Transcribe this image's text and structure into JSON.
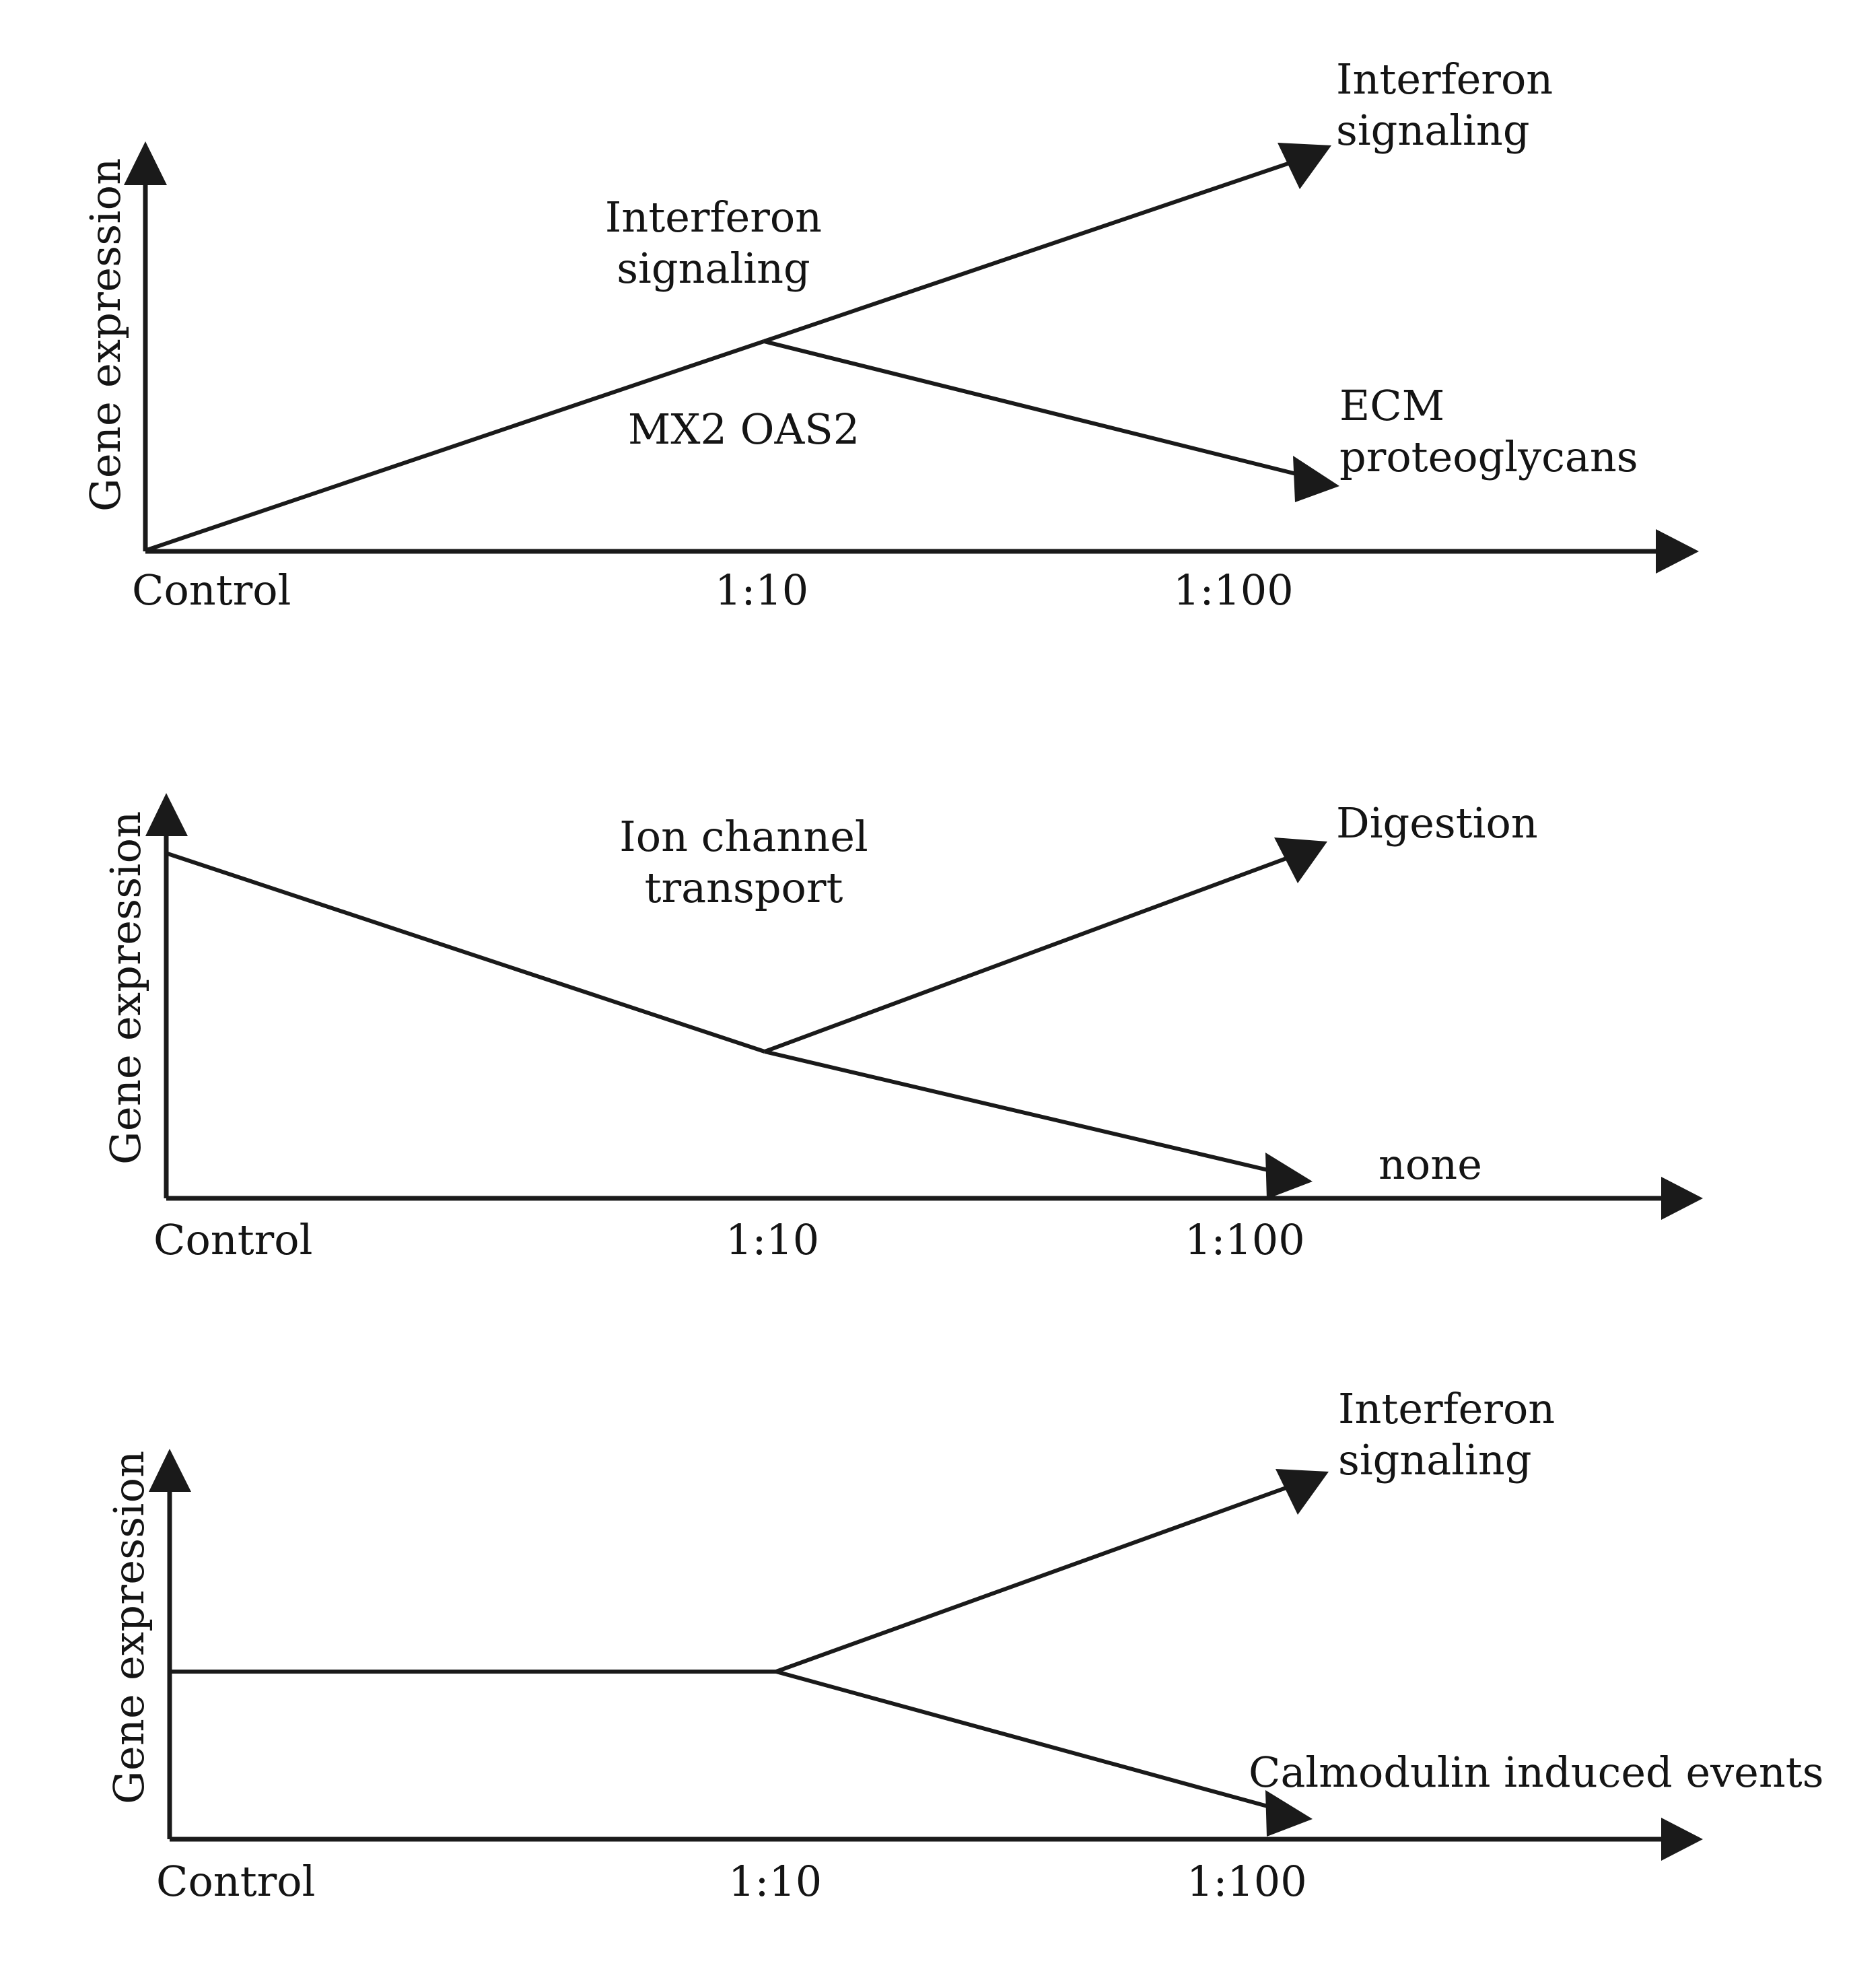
{
  "figure": {
    "axis_y_label": "Gene expression",
    "x_tick_labels": [
      "Control",
      "1:10",
      "1:100"
    ],
    "line_color": "#1a1a1a",
    "background_color": "#ffffff"
  },
  "panels": [
    {
      "id": "panel-a",
      "y_axis_label": "Gene expression",
      "x_ticks": [
        "Control",
        "1:10",
        "1:100"
      ],
      "baseline_shape": "rising-from-origin",
      "branch_labels": {
        "shared": "Interferon signaling",
        "shared_secondary": "MX2 OAS2",
        "up": "Interferon\nsignaling",
        "down": "ECM\nproteoglycans"
      }
    },
    {
      "id": "panel-b",
      "y_axis_label": "Gene expression",
      "x_ticks": [
        "Control",
        "1:10",
        "1:100"
      ],
      "baseline_shape": "declining-from-top",
      "branch_labels": {
        "shared": "Ion channel\ntransport",
        "up": "Digestion",
        "down": "none"
      }
    },
    {
      "id": "panel-c",
      "y_axis_label": "Gene expression",
      "x_ticks": [
        "Control",
        "1:10",
        "1:100"
      ],
      "baseline_shape": "flat-then-fork",
      "branch_labels": {
        "up": "Interferon\nsignaling",
        "down": "Calmodulin induced events"
      }
    }
  ],
  "chart_data": {
    "type": "line",
    "title": "",
    "xlabel": "",
    "ylabel": "Gene expression",
    "categories": [
      "Control",
      "1:10",
      "1:100"
    ],
    "grid": false,
    "legend": "none",
    "panels": [
      {
        "name": "panel-a",
        "series": [
          {
            "name": "Interferon signaling",
            "points": [
              {
                "x": "Control",
                "y": 0
              },
              {
                "x": "1:10",
                "y": 52
              },
              {
                "x": "1:100",
                "y": 100
              }
            ],
            "annotation_at_end": "Interferon signaling",
            "annotation_on_segment": "Interferon signaling"
          },
          {
            "name": "ECM proteoglycans",
            "points": [
              {
                "x": "Control",
                "y": 0
              },
              {
                "x": "1:10",
                "y": 52
              },
              {
                "x": "1:100",
                "y": 15
              }
            ],
            "annotation_at_end": "ECM proteoglycans",
            "annotation_on_segment": "MX2 OAS2"
          }
        ]
      },
      {
        "name": "panel-b",
        "series": [
          {
            "name": "Digestion",
            "points": [
              {
                "x": "Control",
                "y": 100
              },
              {
                "x": "1:10",
                "y": 48
              },
              {
                "x": "1:100",
                "y": 100
              }
            ],
            "annotation_at_end": "Digestion",
            "annotation_on_segment": "Ion channel transport"
          },
          {
            "name": "none",
            "points": [
              {
                "x": "Control",
                "y": 100
              },
              {
                "x": "1:10",
                "y": 48
              },
              {
                "x": "1:100",
                "y": 3
              }
            ],
            "annotation_at_end": "none"
          }
        ]
      },
      {
        "name": "panel-c",
        "series": [
          {
            "name": "Interferon signaling",
            "points": [
              {
                "x": "Control",
                "y": 50
              },
              {
                "x": "1:10",
                "y": 50
              },
              {
                "x": "1:100",
                "y": 100
              }
            ],
            "annotation_at_end": "Interferon signaling"
          },
          {
            "name": "Calmodulin induced events",
            "points": [
              {
                "x": "Control",
                "y": 50
              },
              {
                "x": "1:10",
                "y": 50
              },
              {
                "x": "1:100",
                "y": 3
              }
            ],
            "annotation_at_end": "Calmodulin induced events"
          }
        ]
      }
    ]
  },
  "labels": {
    "p1_y_axis": "Gene expression",
    "p1_tick_control": "Control",
    "p1_tick_ten": "1:10",
    "p1_tick_hundred": "1:100",
    "p1_mid_up": "Interferon\nsignaling",
    "p1_mid_down": "MX2 OAS2",
    "p1_end_up": "Interferon\nsignaling",
    "p1_end_down": "ECM\nproteoglycans",
    "p2_y_axis": "Gene expression",
    "p2_tick_control": "Control",
    "p2_tick_ten": "1:10",
    "p2_tick_hundred": "1:100",
    "p2_mid": "Ion channel\ntransport",
    "p2_end_up": "Digestion",
    "p2_end_down": "none",
    "p3_y_axis": "Gene expression",
    "p3_tick_control": "Control",
    "p3_tick_ten": "1:10",
    "p3_tick_hundred": "1:100",
    "p3_end_up": "Interferon\nsignaling",
    "p3_end_down": "Calmodulin induced events"
  }
}
